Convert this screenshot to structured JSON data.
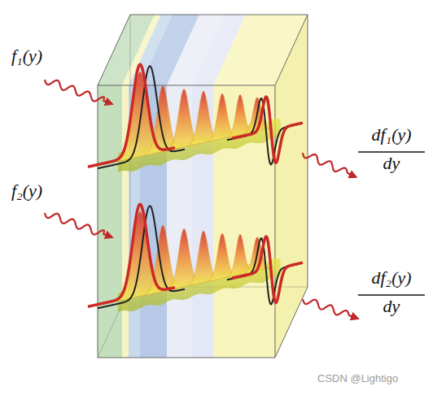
{
  "diagram": {
    "labels": [
      "f₁(y)",
      "df₁(y)",
      "dy",
      "f₂(y)",
      "df₂(y)",
      "dy",
      "CSDN @Lightigo"
    ]
  }
}
